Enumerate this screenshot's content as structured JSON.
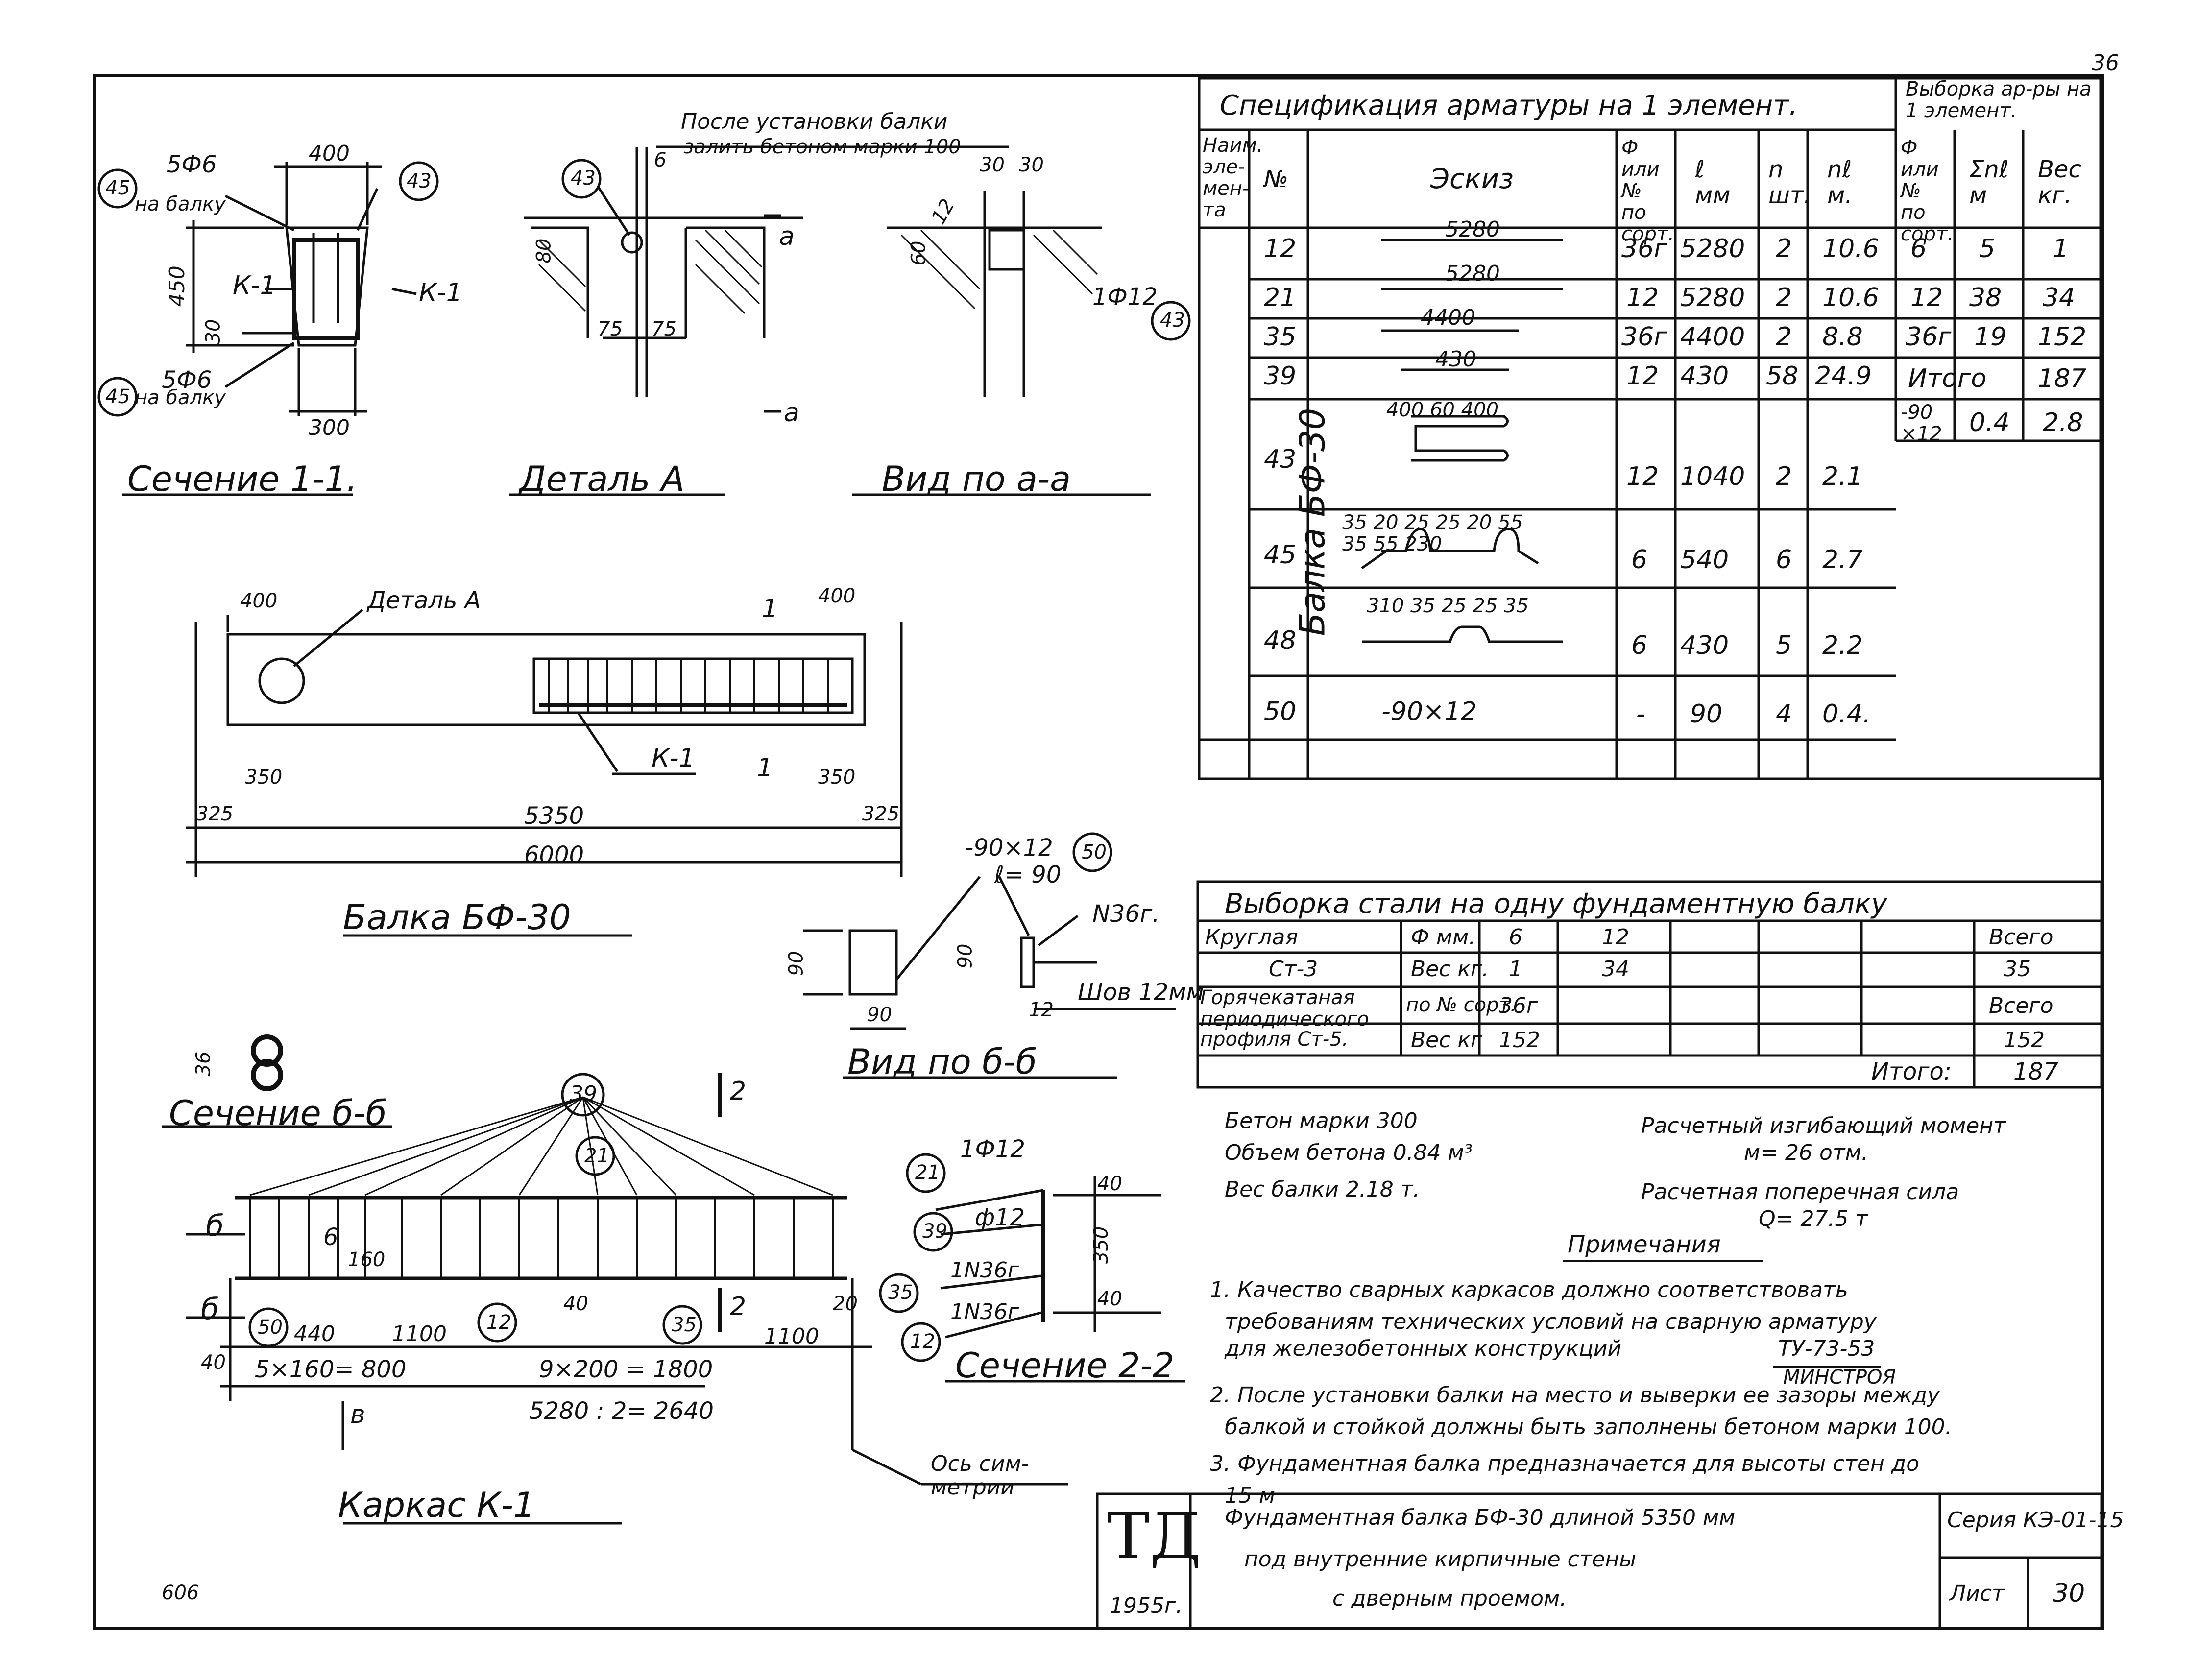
{
  "page_number": "36",
  "sheet_corner_number": "606",
  "spec_table": {
    "title": "Спецификация арматуры на 1 элемент.",
    "sample_title": "Выборка ар-ры на 1 элемент.",
    "headers": [
      "Наим. эле- мен- та",
      "№",
      "Эскиз",
      "Ф или № по сорт.",
      "ℓ мм",
      "n шт.",
      "nℓ м.",
      "Ф или № по сорт.",
      "Σnℓ м",
      "Вес кг."
    ],
    "element_name": "Балка БФ-30",
    "rows": [
      {
        "no": "12",
        "sketch": "5280",
        "dia": "36г",
        "len": "5280",
        "n": "2",
        "nl": "10.6"
      },
      {
        "no": "21",
        "sketch": "5280",
        "dia": "12",
        "len": "5280",
        "n": "2",
        "nl": "10.6"
      },
      {
        "no": "35",
        "sketch": "4400",
        "dia": "36г",
        "len": "4400",
        "n": "2",
        "nl": "8.8"
      },
      {
        "no": "39",
        "sketch": "430",
        "dia": "12",
        "len": "430",
        "n": "58",
        "nl": "24.9"
      },
      {
        "no": "43",
        "sketch": "400 60 400",
        "dia": "12",
        "len": "1040",
        "n": "2",
        "nl": "2.1"
      },
      {
        "no": "45",
        "sketch": "35 20 25 25 20 55 35 55 230",
        "dia": "6",
        "len": "540",
        "n": "6",
        "nl": "2.7"
      },
      {
        "no": "48",
        "sketch": "310 35 25 25 35",
        "dia": "6",
        "len": "430",
        "n": "5",
        "nl": "2.2"
      },
      {
        "no": "50",
        "sketch": "-90×12",
        "dia": "-",
        "len": "90",
        "n": "4",
        "nl": "0.4."
      }
    ],
    "sample_rows": [
      {
        "dia": "6",
        "sum": "5",
        "w": "1"
      },
      {
        "dia": "12",
        "sum": "38",
        "w": "34"
      },
      {
        "dia": "36г",
        "sum": "19",
        "w": "152"
      },
      {
        "dia": "Итого",
        "sum": "",
        "w": "187"
      },
      {
        "dia": "-90 ×12",
        "sum": "0.4",
        "w": "2.8"
      }
    ]
  },
  "steel_table": {
    "title": "Выборка стали на одну фундаментную балку",
    "row1": [
      "Круглая",
      "Ф мм.",
      "6",
      "12",
      "",
      "",
      "Всего"
    ],
    "row2": [
      "Ст-3",
      "Вес кг.",
      "1",
      "34",
      "",
      "",
      "35"
    ],
    "row3": [
      "Горячекатаная периодического",
      "по № сорт.",
      "36г",
      "",
      "",
      "",
      "Всего"
    ],
    "row4": [
      "профиля Ст-5.",
      "Вес кг",
      "152",
      "",
      "",
      "",
      "152"
    ],
    "total_label": "Итого:",
    "total_value": "187"
  },
  "concrete": {
    "grade": "Бетон марки 300",
    "volume": "Объем бетона 0.84 м³",
    "weight": "Вес балки 2.18 т.",
    "moment_label": "Расчетный изгибающий момент",
    "moment_value": "м= 26 отм.",
    "shear_label": "Расчетная поперечная сила",
    "shear_value": "Q= 27.5 т"
  },
  "notes": {
    "title": "Примечания",
    "n1": "1. Качество сварных каркасов должно соответствовать",
    "n1b": "требованиям технических условий на сварную арматуру",
    "n1c": "для железобетонных конструкций",
    "n1d": "ТУ-73-53",
    "n1e": "МИНСТРОЯ",
    "n2": "2. После установки балки на место и выверки ее зазоры между",
    "n2b": "балкой и стойкой должны быть заполнены бетоном марки 100.",
    "n3": "3. Фундаментная балка предназначается для высоты стен до",
    "n3b": "15 м"
  },
  "title_block": {
    "logo": "ТД",
    "year": "1955г.",
    "l1": "Фундаментная балка БФ-30 длиной 5350 мм",
    "l2": "под внутренние кирпичные стены",
    "l3": "с дверным проемом.",
    "series": "Серия КЭ-01-15",
    "sheet_label": "Лист",
    "sheet_no": "30"
  },
  "section11": {
    "title": "Сечение 1-1.",
    "w_top": "400",
    "w_bot": "300",
    "h": "450",
    "d30": "30",
    "c43": "43",
    "c45": "45",
    "top_label": "5Ф6",
    "top_label2": "на балку",
    "bot_label": "5Ф6",
    "bot_label2": "на балку",
    "k1a": "К-1",
    "k1b": "К-1"
  },
  "detailA": {
    "title": "Деталь А",
    "note1": "После установки балки",
    "note2": "залить бетоном марки 100",
    "d6": "6",
    "d80": "80",
    "d75a": "75",
    "d75b": "75",
    "c43": "43",
    "a1": "а",
    "a2": "а"
  },
  "viewAA": {
    "title": "Вид по а-а",
    "d30a": "30",
    "d30b": "30",
    "d12": "12",
    "d60": "60",
    "bar": "1Ф12",
    "c43": "43"
  },
  "beam": {
    "title": "Балка БФ-30",
    "detail_label": "Деталь А",
    "k1": "К-1",
    "d400a": "400",
    "d400b": "400",
    "d350a": "350",
    "d350b": "350",
    "d325a": "325",
    "d325b": "325",
    "d5350": "5350",
    "d6000": "6000",
    "m1a": "1",
    "m1b": "1"
  },
  "section_bb": {
    "title": "Сечение б-б",
    "d36": "36"
  },
  "view_bb": {
    "title": "Вид по б-б",
    "plate": "-90×12",
    "len": "ℓ= 90",
    "c50": "50",
    "d90a": "90",
    "d90b": "90",
    "d90c": "90",
    "d12": "12",
    "bar": "N36г.",
    "weld": "Шов 12мм"
  },
  "frame": {
    "title": "Каркас К-1",
    "c39": "39",
    "c21": "21",
    "c12": "12",
    "c35": "35",
    "c50": "50",
    "d6": "6",
    "d160": "160",
    "d40a": "40",
    "d40b": "40",
    "d20": "20",
    "d440": "440",
    "d1100a": "1100",
    "d1100b": "1100",
    "d5x160": "5×160= 800",
    "d9x200": "9×200 = 1800",
    "d5280": "5280 : 2= 2640",
    "b_mark1": "б",
    "b_mark2": "б",
    "b_label": "в",
    "s2": "2",
    "s2b": "2",
    "axis": "Ось сим- метрии"
  },
  "section22": {
    "title": "Сечение 2-2",
    "c21": "21",
    "c39": "39",
    "c35": "35",
    "c12": "12",
    "l21": "1Ф12",
    "l39": "ф12",
    "l35": "1N36г",
    "l12": "1N36г",
    "d40a": "40",
    "d350": "350",
    "d40b": "40"
  }
}
